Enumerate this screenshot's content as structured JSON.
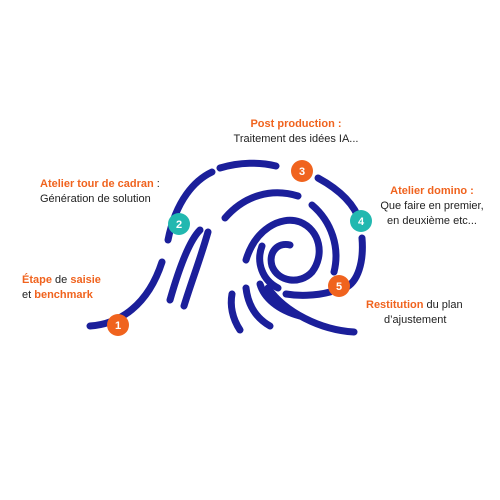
{
  "colors": {
    "stroke": "#1b1f9a",
    "highlight": "#f0631e",
    "badge_orange": "#f0631e",
    "badge_teal": "#22b8b0",
    "text": "#1f1f1f"
  },
  "steps": [
    {
      "number": "1",
      "badge_color": "orange",
      "parts": [
        {
          "text": "Étape",
          "hl": true
        },
        {
          "text": " de ",
          "hl": false
        },
        {
          "text": "saisie",
          "hl": true
        }
      ],
      "parts2": [
        {
          "text": "et ",
          "hl": false
        },
        {
          "text": "benchmark",
          "hl": true
        }
      ]
    },
    {
      "number": "2",
      "badge_color": "teal",
      "title": "Atelier tour de cadran",
      "title_suffix": " :",
      "subtitle": "Génération de solution"
    },
    {
      "number": "3",
      "badge_color": "orange",
      "title": "Post production :",
      "subtitle": "Traitement des idées IA..."
    },
    {
      "number": "4",
      "badge_color": "teal",
      "title": "Atelier domino :",
      "subtitle_lines": [
        "Que faire en premier,",
        "en deuxième etc..."
      ]
    },
    {
      "number": "5",
      "badge_color": "orange",
      "title": "Restitution",
      "title_suffix": " du plan",
      "subtitle": "d’ajustement"
    }
  ]
}
